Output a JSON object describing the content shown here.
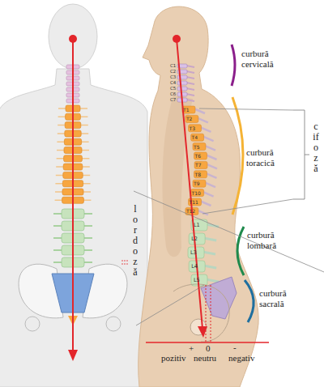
{
  "diagram": {
    "labels": [
      "curbură cervicală",
      "curbură toracică",
      "cifoză",
      "lordoză",
      "curbură lombară",
      "curbură sacrală",
      "+",
      "0",
      "-",
      "pozitiv",
      "neutru",
      "negativ",
      "C1",
      "C2",
      "C3",
      "C4",
      "C5",
      "C6",
      "C7",
      "T1",
      "T2",
      "T3",
      "T4",
      "T5",
      "T6",
      "T7",
      "T8",
      "T9",
      "T10",
      "T11",
      "T12",
      "L1",
      "L2",
      "L3",
      "L4",
      "L5"
    ]
  }
}
